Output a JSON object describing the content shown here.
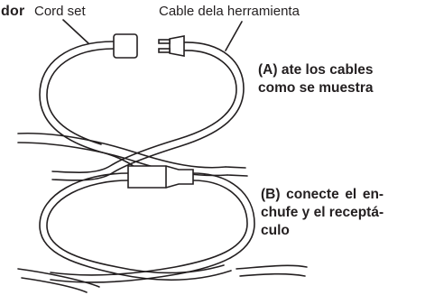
{
  "header": {
    "word_fragment": "dor"
  },
  "labels": {
    "cord_set": "Cord set",
    "tool_cable": "Cable dela herramienta"
  },
  "steps": {
    "a": {
      "line1": "(A) ate los cables",
      "line2": "como se muestra"
    },
    "b": {
      "line1": "(B) conecte el en-",
      "line2": "chufe y el receptá-",
      "line3": "culo"
    }
  },
  "colors": {
    "ink": "#231f20",
    "background": "#ffffff"
  }
}
